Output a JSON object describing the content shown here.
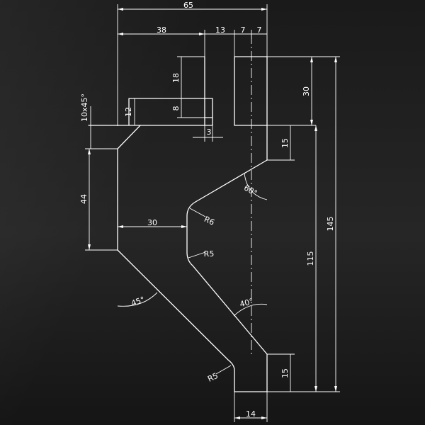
{
  "background": {
    "base": "#1c1c1c",
    "line_color": "#ffffff"
  },
  "dimensions": {
    "overall_width": "65",
    "top_left_segment": "38",
    "top_mid_segment": "13",
    "top_seg_a": "7",
    "top_seg_b": "7",
    "slot_depth": "18",
    "slot_height": "8",
    "slot_gap": "3",
    "boss_height": "12",
    "chamfer": "10x45°",
    "left_vertical": "44",
    "inner_offset": "30",
    "fillet_upper": "R6",
    "fillet_lower": "R5",
    "fillet_bottom": "R5",
    "angle_upper": "60°",
    "angle_lower": "40°",
    "angle_left": "45°",
    "right_top_height": "30",
    "right_upper_step": "15",
    "right_lower_step": "15",
    "overall_height": "145",
    "inner_height": "115",
    "bottom_width": "14"
  }
}
